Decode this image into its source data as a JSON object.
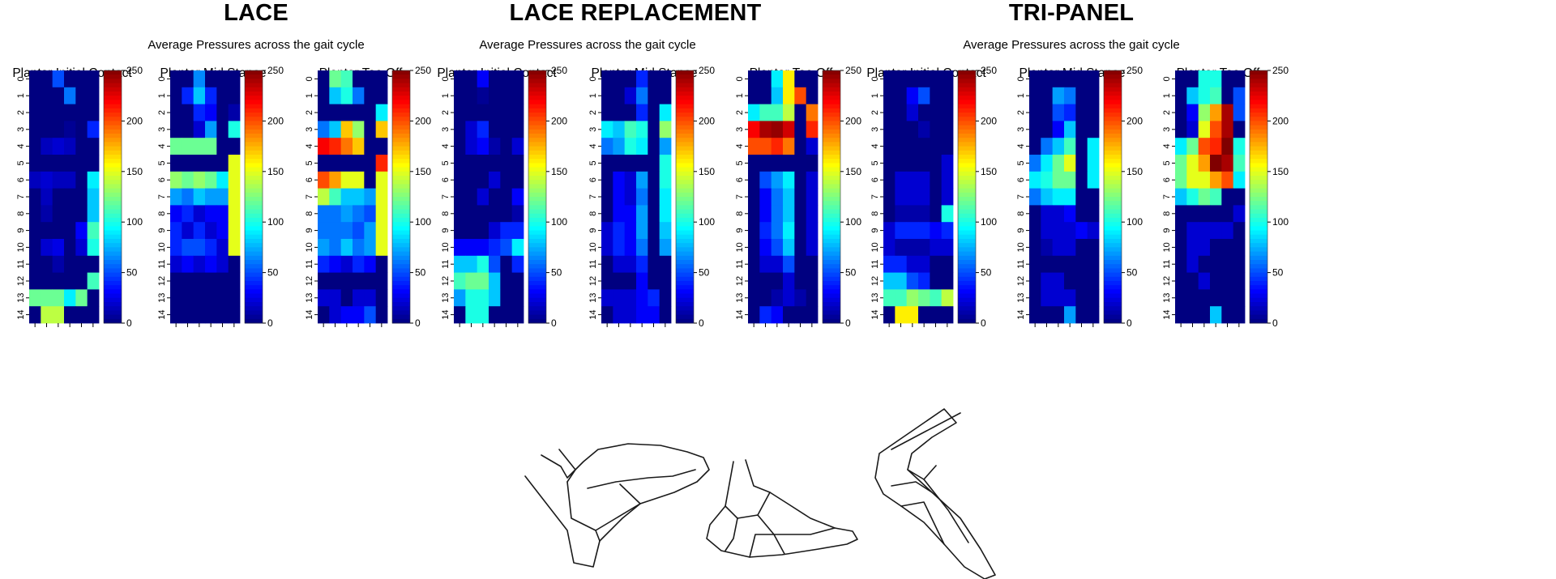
{
  "colorscale": {
    "min": 0,
    "max": 250,
    "ticks": [
      "0",
      "50",
      "100",
      "150",
      "200",
      "250"
    ],
    "colormap": "jet"
  },
  "row_labels": [
    "0",
    "1",
    "2",
    "3",
    "4",
    "5",
    "6",
    "7",
    "8",
    "9",
    "10",
    "11",
    "12",
    "13",
    "14"
  ],
  "chart_data": [
    {
      "type": "heatmap",
      "title": "LACE",
      "subtitle": "Average Pressures across the gait cycle",
      "panels": [
        {
          "title": "Plantar Initial Contact",
          "values": [
            [
              0,
              0,
              50,
              0,
              0,
              0
            ],
            [
              0,
              0,
              0,
              60,
              0,
              0
            ],
            [
              0,
              0,
              0,
              0,
              0,
              0
            ],
            [
              0,
              0,
              0,
              5,
              0,
              40
            ],
            [
              0,
              15,
              20,
              15,
              0,
              0
            ],
            [
              0,
              0,
              0,
              0,
              0,
              0
            ],
            [
              15,
              20,
              15,
              15,
              0,
              90
            ],
            [
              0,
              15,
              0,
              0,
              0,
              80
            ],
            [
              0,
              10,
              0,
              0,
              0,
              80
            ],
            [
              0,
              0,
              0,
              0,
              30,
              110
            ],
            [
              0,
              20,
              25,
              0,
              20,
              100
            ],
            [
              0,
              0,
              10,
              0,
              0,
              0
            ],
            [
              0,
              0,
              0,
              0,
              0,
              110
            ],
            [
              120,
              120,
              120,
              90,
              120,
              0
            ],
            [
              0,
              140,
              140,
              0,
              0,
              0
            ]
          ]
        },
        {
          "title": "Plantar Mid Stance",
          "values": [
            [
              0,
              0,
              65,
              0,
              0,
              0
            ],
            [
              0,
              40,
              80,
              40,
              0,
              0
            ],
            [
              0,
              0,
              40,
              30,
              0,
              10
            ],
            [
              0,
              0,
              20,
              70,
              0,
              100
            ],
            [
              120,
              120,
              120,
              120,
              0,
              0
            ],
            [
              0,
              0,
              0,
              0,
              0,
              150
            ],
            [
              130,
              120,
              130,
              120,
              90,
              150
            ],
            [
              70,
              60,
              80,
              70,
              70,
              150
            ],
            [
              30,
              40,
              20,
              30,
              30,
              150
            ],
            [
              40,
              20,
              40,
              20,
              30,
              150
            ],
            [
              40,
              50,
              50,
              40,
              20,
              150
            ],
            [
              20,
              30,
              20,
              30,
              20,
              0
            ],
            [
              0,
              0,
              0,
              0,
              0,
              0
            ],
            [
              0,
              0,
              0,
              0,
              0,
              0
            ],
            [
              0,
              0,
              0,
              0,
              0,
              0
            ]
          ]
        },
        {
          "title": "Plantar Toe Off",
          "values": [
            [
              0,
              120,
              110,
              0,
              0,
              0
            ],
            [
              0,
              80,
              100,
              60,
              0,
              0
            ],
            [
              0,
              0,
              0,
              0,
              0,
              90
            ],
            [
              60,
              80,
              170,
              130,
              0,
              170
            ],
            [
              220,
              210,
              190,
              170,
              0,
              0
            ],
            [
              0,
              0,
              0,
              0,
              0,
              210
            ],
            [
              200,
              180,
              150,
              150,
              0,
              150
            ],
            [
              140,
              110,
              80,
              80,
              70,
              150
            ],
            [
              60,
              60,
              70,
              60,
              50,
              150
            ],
            [
              60,
              60,
              60,
              50,
              70,
              150
            ],
            [
              70,
              60,
              80,
              60,
              70,
              150
            ],
            [
              40,
              30,
              20,
              40,
              30,
              0
            ],
            [
              0,
              0,
              0,
              0,
              0,
              0
            ],
            [
              20,
              20,
              0,
              20,
              20,
              0
            ],
            [
              0,
              20,
              30,
              30,
              50,
              0
            ]
          ]
        }
      ]
    },
    {
      "type": "heatmap",
      "title": "LACE REPLACEMENT",
      "subtitle": "Average Pressures across the gait cycle",
      "panels": [
        {
          "title": "Plantar Initial Contact",
          "values": [
            [
              0,
              0,
              30,
              0,
              0,
              0
            ],
            [
              0,
              0,
              5,
              0,
              0,
              0
            ],
            [
              0,
              0,
              0,
              0,
              0,
              0
            ],
            [
              0,
              20,
              40,
              0,
              0,
              0
            ],
            [
              0,
              20,
              30,
              10,
              0,
              20
            ],
            [
              0,
              0,
              0,
              0,
              0,
              0
            ],
            [
              0,
              0,
              0,
              20,
              0,
              0
            ],
            [
              0,
              0,
              20,
              0,
              0,
              30
            ],
            [
              0,
              0,
              0,
              0,
              0,
              10
            ],
            [
              0,
              0,
              0,
              20,
              40,
              40
            ],
            [
              30,
              30,
              30,
              40,
              50,
              90
            ],
            [
              80,
              80,
              100,
              50,
              0,
              40
            ],
            [
              110,
              120,
              120,
              80,
              0,
              0
            ],
            [
              70,
              100,
              100,
              80,
              0,
              0
            ],
            [
              0,
              100,
              100,
              0,
              0,
              0
            ]
          ]
        },
        {
          "title": "Plantar Mid Stance",
          "values": [
            [
              0,
              0,
              0,
              40,
              0,
              0
            ],
            [
              0,
              0,
              20,
              60,
              0,
              0
            ],
            [
              0,
              0,
              0,
              40,
              0,
              90
            ],
            [
              90,
              80,
              110,
              100,
              0,
              130
            ],
            [
              60,
              70,
              100,
              90,
              0,
              70
            ],
            [
              0,
              0,
              0,
              0,
              0,
              100
            ],
            [
              0,
              30,
              20,
              70,
              0,
              100
            ],
            [
              0,
              30,
              20,
              60,
              0,
              90
            ],
            [
              0,
              30,
              30,
              70,
              0,
              90
            ],
            [
              20,
              40,
              30,
              70,
              0,
              80
            ],
            [
              20,
              40,
              30,
              60,
              0,
              70
            ],
            [
              0,
              20,
              20,
              40,
              0,
              0
            ],
            [
              0,
              0,
              0,
              30,
              0,
              0
            ],
            [
              20,
              20,
              20,
              30,
              40,
              0
            ],
            [
              0,
              20,
              20,
              30,
              30,
              0
            ]
          ]
        },
        {
          "title": "Plantar Toe Off",
          "values": [
            [
              0,
              0,
              90,
              160,
              0,
              0
            ],
            [
              0,
              0,
              80,
              160,
              200,
              0
            ],
            [
              90,
              110,
              110,
              140,
              0,
              190
            ],
            [
              220,
              240,
              245,
              230,
              0,
              210
            ],
            [
              200,
              200,
              210,
              190,
              0,
              20
            ],
            [
              0,
              0,
              0,
              0,
              0,
              0
            ],
            [
              0,
              50,
              70,
              90,
              0,
              20
            ],
            [
              0,
              30,
              60,
              80,
              0,
              20
            ],
            [
              0,
              30,
              60,
              80,
              0,
              20
            ],
            [
              0,
              40,
              60,
              90,
              0,
              20
            ],
            [
              0,
              30,
              50,
              80,
              0,
              20
            ],
            [
              0,
              20,
              20,
              50,
              0,
              0
            ],
            [
              0,
              0,
              0,
              20,
              0,
              0
            ],
            [
              0,
              0,
              10,
              20,
              10,
              0
            ],
            [
              0,
              40,
              30,
              0,
              0,
              0
            ]
          ]
        }
      ]
    },
    {
      "type": "heatmap",
      "title": "TRI-PANEL",
      "subtitle": "Average Pressures across the gait cycle",
      "panels": [
        {
          "title": "Plantar Initial Contact",
          "values": [
            [
              0,
              0,
              0,
              0,
              0,
              0
            ],
            [
              0,
              0,
              30,
              50,
              0,
              0
            ],
            [
              0,
              0,
              20,
              0,
              0,
              0
            ],
            [
              0,
              0,
              0,
              10,
              0,
              0
            ],
            [
              0,
              0,
              0,
              0,
              0,
              0
            ],
            [
              0,
              0,
              0,
              0,
              0,
              20
            ],
            [
              0,
              20,
              20,
              20,
              0,
              20
            ],
            [
              0,
              20,
              20,
              20,
              0,
              20
            ],
            [
              0,
              10,
              10,
              10,
              0,
              100
            ],
            [
              20,
              40,
              40,
              40,
              30,
              40
            ],
            [
              20,
              10,
              10,
              10,
              20,
              20
            ],
            [
              40,
              40,
              20,
              20,
              0,
              0
            ],
            [
              80,
              80,
              50,
              40,
              0,
              0
            ],
            [
              110,
              110,
              130,
              120,
              110,
              140
            ],
            [
              0,
              160,
              160,
              0,
              0,
              0
            ]
          ]
        },
        {
          "title": "Plantar Mid Stance",
          "values": [
            [
              0,
              0,
              0,
              0,
              0,
              0
            ],
            [
              0,
              0,
              70,
              60,
              0,
              0
            ],
            [
              0,
              0,
              50,
              40,
              0,
              0
            ],
            [
              0,
              0,
              30,
              80,
              0,
              0
            ],
            [
              0,
              60,
              80,
              110,
              0,
              90
            ],
            [
              60,
              90,
              120,
              150,
              0,
              90
            ],
            [
              90,
              100,
              120,
              120,
              0,
              90
            ],
            [
              60,
              80,
              90,
              90,
              0,
              0
            ],
            [
              0,
              20,
              20,
              30,
              0,
              0
            ],
            [
              0,
              20,
              20,
              20,
              30,
              20
            ],
            [
              0,
              10,
              20,
              20,
              0,
              0
            ],
            [
              0,
              0,
              0,
              0,
              0,
              0
            ],
            [
              0,
              20,
              20,
              0,
              0,
              0
            ],
            [
              0,
              20,
              20,
              20,
              0,
              0
            ],
            [
              0,
              0,
              0,
              70,
              0,
              0
            ]
          ]
        },
        {
          "title": "Plantar Toe Off",
          "values": [
            [
              0,
              0,
              100,
              100,
              0,
              0
            ],
            [
              0,
              80,
              100,
              110,
              0,
              50
            ],
            [
              0,
              30,
              130,
              180,
              240,
              50
            ],
            [
              0,
              20,
              150,
              200,
              240,
              0
            ],
            [
              90,
              120,
              200,
              210,
              250,
              100
            ],
            [
              120,
              150,
              180,
              250,
              240,
              110
            ],
            [
              120,
              150,
              150,
              180,
              200,
              90
            ],
            [
              80,
              100,
              120,
              110,
              0,
              0
            ],
            [
              0,
              0,
              0,
              0,
              0,
              20
            ],
            [
              0,
              20,
              20,
              20,
              20,
              0
            ],
            [
              0,
              20,
              20,
              0,
              0,
              0
            ],
            [
              0,
              20,
              0,
              0,
              0,
              0
            ],
            [
              0,
              0,
              20,
              0,
              0,
              0
            ],
            [
              0,
              0,
              0,
              0,
              0,
              0
            ],
            [
              0,
              0,
              0,
              80,
              0,
              0
            ]
          ]
        }
      ]
    }
  ]
}
